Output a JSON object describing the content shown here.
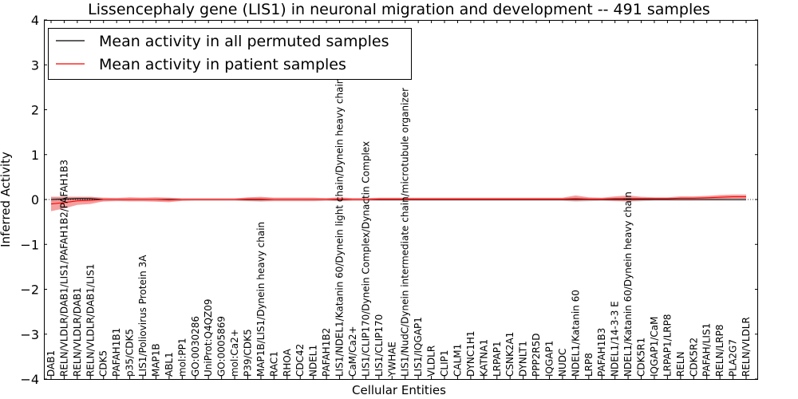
{
  "chart_data": {
    "type": "line",
    "title": "Lissencephaly gene (LIS1) in neuronal migration and development -- 491 samples",
    "xlabel": "Cellular Entities",
    "ylabel": "Inferred Activity",
    "ylim": [
      -4,
      4
    ],
    "yticks": [
      "4",
      "3",
      "2",
      "1",
      "0",
      "−1",
      "−2",
      "−3",
      "−4"
    ],
    "grid": false,
    "legend_position": "top-left",
    "colors": {
      "permuted": "#000000",
      "patient": "#ff0000",
      "patient_band": "#f08080",
      "permuted_band": "#c8c8c8",
      "zero_line": "#000000"
    },
    "categories": [
      "DAB1",
      "RELN/VLDLR/DAB1/LIS1/PAFAH1B2/PAFAH1B3",
      "RELN/VLDLR/DAB1",
      "RELN/VLDLR/DAB1/LIS1",
      "CDK5",
      "PAFAH1B1",
      "p35/CDK5",
      "LIS1/Poliovirus Protein 3A",
      "MAP1B",
      "ABL1",
      "mol:PP1",
      "GO:0030286",
      "UniProt:Q4QZ09",
      "GO:0005869",
      "mol:Ca2+",
      "P39/CDK5",
      "MAP1B/LIS1/Dynein heavy chain",
      "RAC1",
      "RHOA",
      "CDC42",
      "NDEL1",
      "PAFAH1B2",
      "LIS1/NDEL1/Katanin 60/Dynein light chain/Dynein heavy chain",
      "CaM/Ca2+",
      "LIS1/CLIP170/Dynein Complex/Dynactin Complex",
      "LIS1/CLIP170",
      "YWHAE",
      "LIS1/NudC/Dynein intermediate chain/microtubule organizer",
      "LIS1/IQGAP1",
      "VLDLR",
      "CLIP1",
      "CALM1",
      "DYNC1H1",
      "KATNA1",
      "LRPAP1",
      "CSNK2A1",
      "DYNLT1",
      "PPP2R5D",
      "IQGAP1",
      "NUDC",
      "NDEL1/Katanin 60",
      "LRP8",
      "PAFAH1B3",
      "NDEL1/14-3-3 E",
      "NDEL1/Katanin 60/Dynein heavy chain",
      "CDK5R1",
      "IQGAP1/CaM",
      "LRPAP1/LRP8",
      "RELN",
      "CDK5R2",
      "PAFAH/LIS1",
      "RELN/LRP8",
      "PLA2G7",
      "RELN/VLDLR"
    ],
    "series": [
      {
        "name": "Mean activity in all permuted samples",
        "values": [
          0.0,
          0.01,
          0.02,
          0.02,
          0.0,
          0.0,
          0.0,
          0.0,
          0.0,
          0.0,
          0.0,
          0.0,
          0.0,
          0.0,
          0.0,
          0.0,
          0.0,
          0.0,
          0.0,
          0.0,
          0.0,
          0.0,
          0.0,
          0.0,
          0.0,
          0.0,
          0.0,
          0.0,
          0.0,
          0.0,
          0.0,
          0.0,
          0.0,
          0.0,
          0.0,
          0.0,
          0.0,
          0.0,
          0.0,
          0.0,
          0.0,
          0.0,
          0.0,
          0.0,
          0.0,
          0.0,
          0.0,
          0.0,
          0.0,
          0.0,
          0.0,
          0.0,
          0.0,
          0.0
        ],
        "lower": [
          -0.06,
          -0.06,
          -0.04,
          -0.04,
          -0.05,
          -0.04,
          -0.04,
          -0.04,
          -0.04,
          -0.04,
          -0.03,
          -0.03,
          -0.03,
          -0.03,
          -0.03,
          -0.04,
          -0.05,
          -0.04,
          -0.04,
          -0.04,
          -0.04,
          -0.03,
          -0.04,
          -0.03,
          -0.03,
          -0.03,
          -0.03,
          -0.03,
          -0.03,
          -0.03,
          -0.03,
          -0.03,
          -0.03,
          -0.03,
          -0.03,
          -0.03,
          -0.03,
          -0.03,
          -0.03,
          -0.03,
          -0.05,
          -0.04,
          -0.03,
          -0.04,
          -0.05,
          -0.04,
          -0.03,
          -0.03,
          -0.03,
          -0.03,
          -0.03,
          -0.03,
          -0.03,
          -0.03
        ],
        "upper": [
          0.06,
          0.06,
          0.06,
          0.06,
          0.04,
          0.04,
          0.04,
          0.04,
          0.04,
          0.04,
          0.03,
          0.03,
          0.03,
          0.03,
          0.03,
          0.04,
          0.05,
          0.04,
          0.04,
          0.04,
          0.04,
          0.03,
          0.04,
          0.03,
          0.03,
          0.03,
          0.03,
          0.03,
          0.03,
          0.03,
          0.03,
          0.03,
          0.03,
          0.03,
          0.03,
          0.03,
          0.03,
          0.03,
          0.03,
          0.03,
          0.05,
          0.04,
          0.03,
          0.04,
          0.05,
          0.04,
          0.03,
          0.03,
          0.03,
          0.03,
          0.03,
          0.03,
          0.03,
          0.03
        ]
      },
      {
        "name": "Mean activity in patient samples",
        "values": [
          -0.1,
          -0.07,
          -0.03,
          -0.02,
          0.0,
          0.0,
          0.0,
          0.0,
          0.0,
          -0.01,
          0.0,
          0.0,
          0.0,
          0.0,
          0.0,
          0.01,
          0.01,
          0.0,
          0.0,
          0.0,
          0.0,
          0.0,
          0.01,
          0.0,
          0.0,
          0.01,
          0.01,
          0.01,
          0.01,
          0.01,
          0.01,
          0.01,
          0.01,
          0.01,
          0.01,
          0.01,
          0.01,
          0.01,
          0.01,
          0.01,
          0.02,
          0.01,
          0.01,
          0.02,
          0.02,
          0.02,
          0.02,
          0.02,
          0.03,
          0.03,
          0.04,
          0.05,
          0.06,
          0.06
        ],
        "lower": [
          -0.26,
          -0.2,
          -0.12,
          -0.1,
          -0.04,
          -0.03,
          -0.04,
          -0.04,
          -0.05,
          -0.06,
          -0.03,
          -0.02,
          -0.02,
          -0.02,
          -0.02,
          -0.03,
          -0.04,
          -0.03,
          -0.03,
          -0.03,
          -0.03,
          -0.02,
          -0.03,
          -0.02,
          -0.02,
          -0.02,
          -0.02,
          -0.02,
          -0.02,
          -0.02,
          -0.02,
          -0.02,
          -0.02,
          -0.02,
          -0.02,
          -0.02,
          -0.02,
          -0.02,
          -0.02,
          -0.02,
          -0.03,
          -0.02,
          -0.02,
          -0.03,
          -0.04,
          -0.02,
          -0.01,
          -0.01,
          -0.01,
          -0.01,
          0.0,
          0.01,
          0.02,
          0.02
        ],
        "upper": [
          0.06,
          0.06,
          0.06,
          0.06,
          0.04,
          0.03,
          0.05,
          0.04,
          0.05,
          0.04,
          0.02,
          0.02,
          0.02,
          0.02,
          0.02,
          0.05,
          0.06,
          0.04,
          0.04,
          0.04,
          0.04,
          0.03,
          0.05,
          0.03,
          0.03,
          0.04,
          0.04,
          0.04,
          0.04,
          0.04,
          0.04,
          0.04,
          0.04,
          0.04,
          0.04,
          0.04,
          0.04,
          0.04,
          0.04,
          0.04,
          0.09,
          0.05,
          0.04,
          0.07,
          0.09,
          0.06,
          0.05,
          0.05,
          0.07,
          0.07,
          0.08,
          0.1,
          0.11,
          0.11
        ]
      }
    ]
  }
}
